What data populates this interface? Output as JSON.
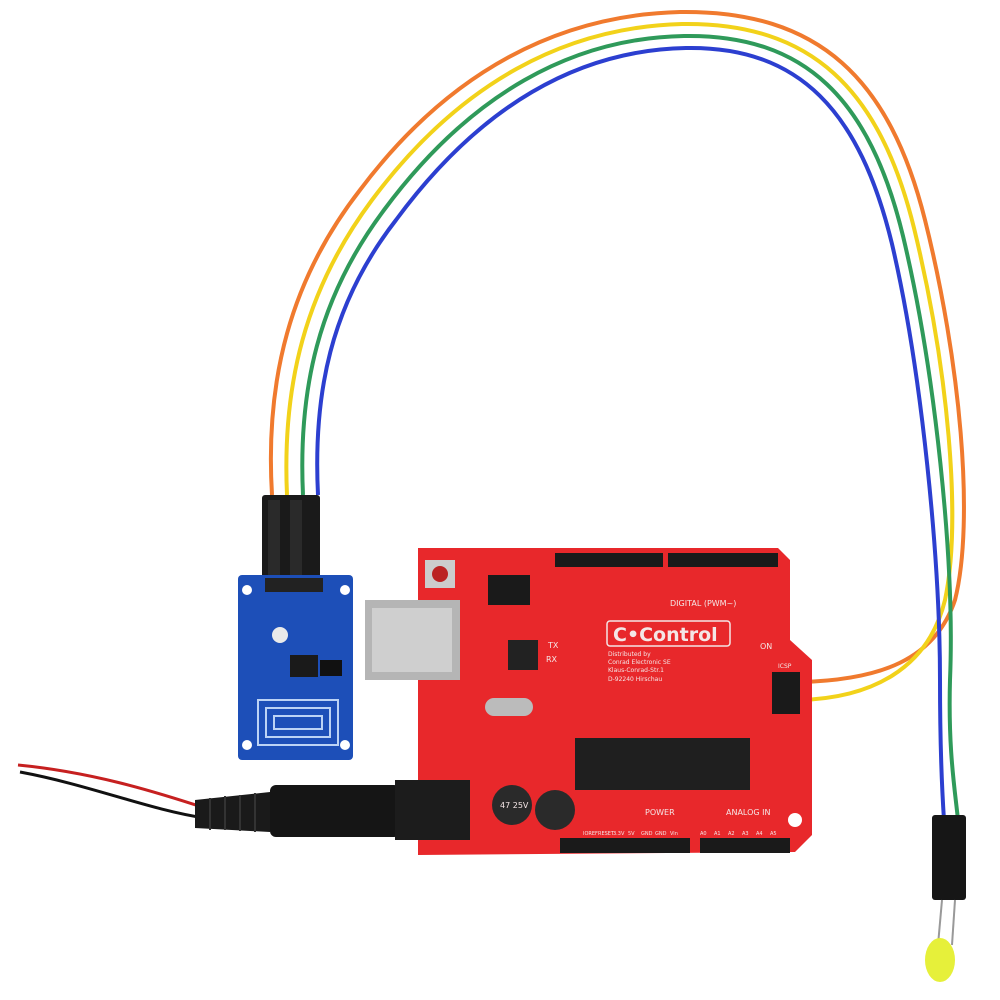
{
  "board": {
    "brand": "C•Control",
    "distributor_lines": [
      "Distributed by",
      "Conrad Electronic SE",
      "Klaus-Conrad-Str.1",
      "D-92240 Hirschau"
    ],
    "digital_label": "DIGITAL (PWM~)",
    "power_label": "POWER",
    "analog_label": "ANALOG IN",
    "on_label": "ON",
    "tx_label": "TX",
    "rx_label": "RX",
    "icsp_label": "ICSP",
    "power_pins": [
      "IOREF",
      "RESET",
      "3.3V",
      "5V",
      "GND",
      "GND",
      "Vin"
    ],
    "analog_pins": [
      "A0",
      "A1",
      "A2",
      "A3",
      "A4",
      "A5"
    ],
    "capacitor_label": "47 25V"
  },
  "colors": {
    "board": "#e8282b",
    "sensor_board": "#1d4fb8",
    "wire_orange": "#f07a2e",
    "wire_yellow": "#f2d21a",
    "wire_green": "#2f9a5a",
    "wire_blue": "#2c3fd0",
    "led": "#e6f03a"
  }
}
